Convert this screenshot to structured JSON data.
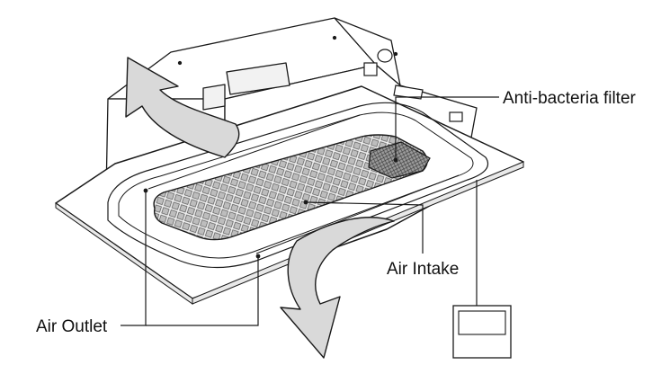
{
  "labels": {
    "anti_bacteria_filter": "Anti-bacteria filter",
    "air_intake": "Air Intake",
    "air_outlet": "Air Outlet"
  },
  "colors": {
    "line": "#1a1a1a",
    "arrow_fill": "#d9d9d9",
    "panel_fill": "#ffffff",
    "grille_fill": "#cfcfcf",
    "filter_fill": "#8a8a8a"
  }
}
